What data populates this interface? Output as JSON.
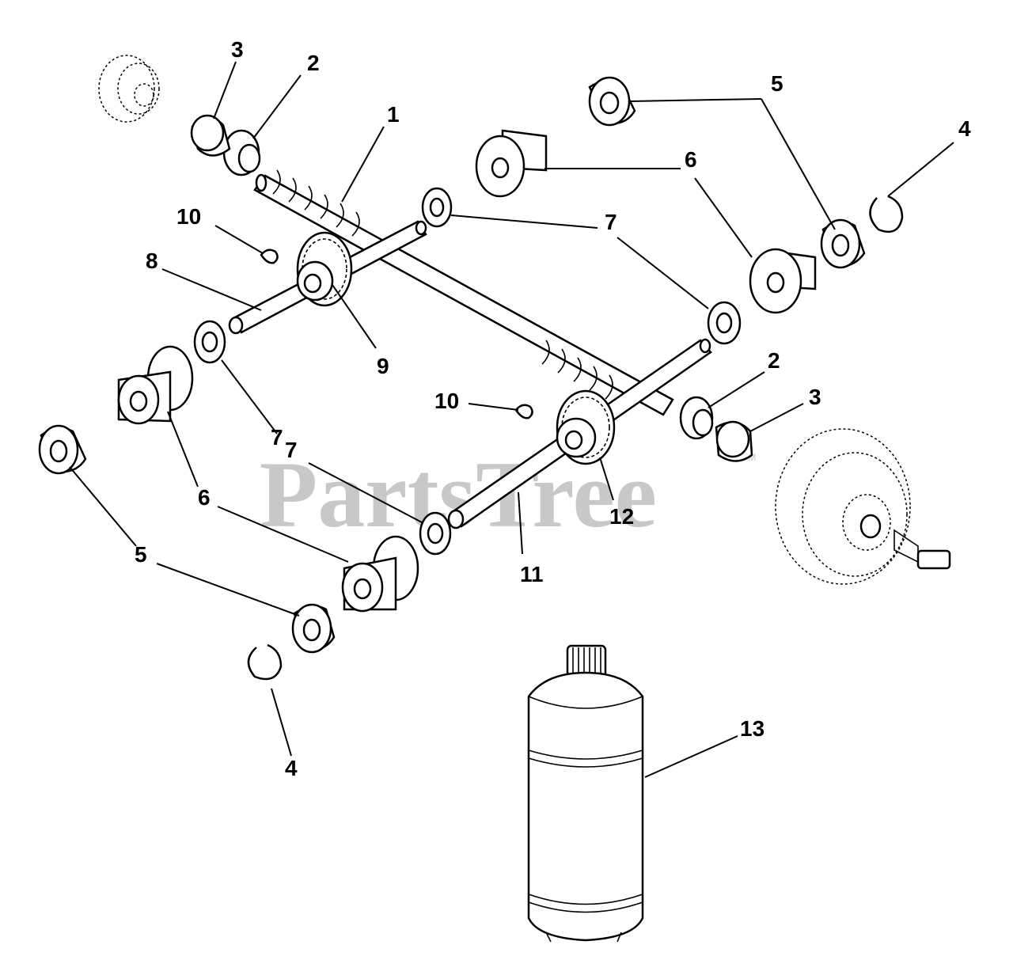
{
  "diagram": {
    "watermark": "PartsTree",
    "watermark_mark": "TM",
    "callouts": [
      "1",
      "2",
      "3",
      "2",
      "3",
      "4",
      "4",
      "5",
      "5",
      "6",
      "6",
      "7",
      "7",
      "7",
      "8",
      "9",
      "10",
      "10",
      "11",
      "12",
      "13"
    ]
  }
}
